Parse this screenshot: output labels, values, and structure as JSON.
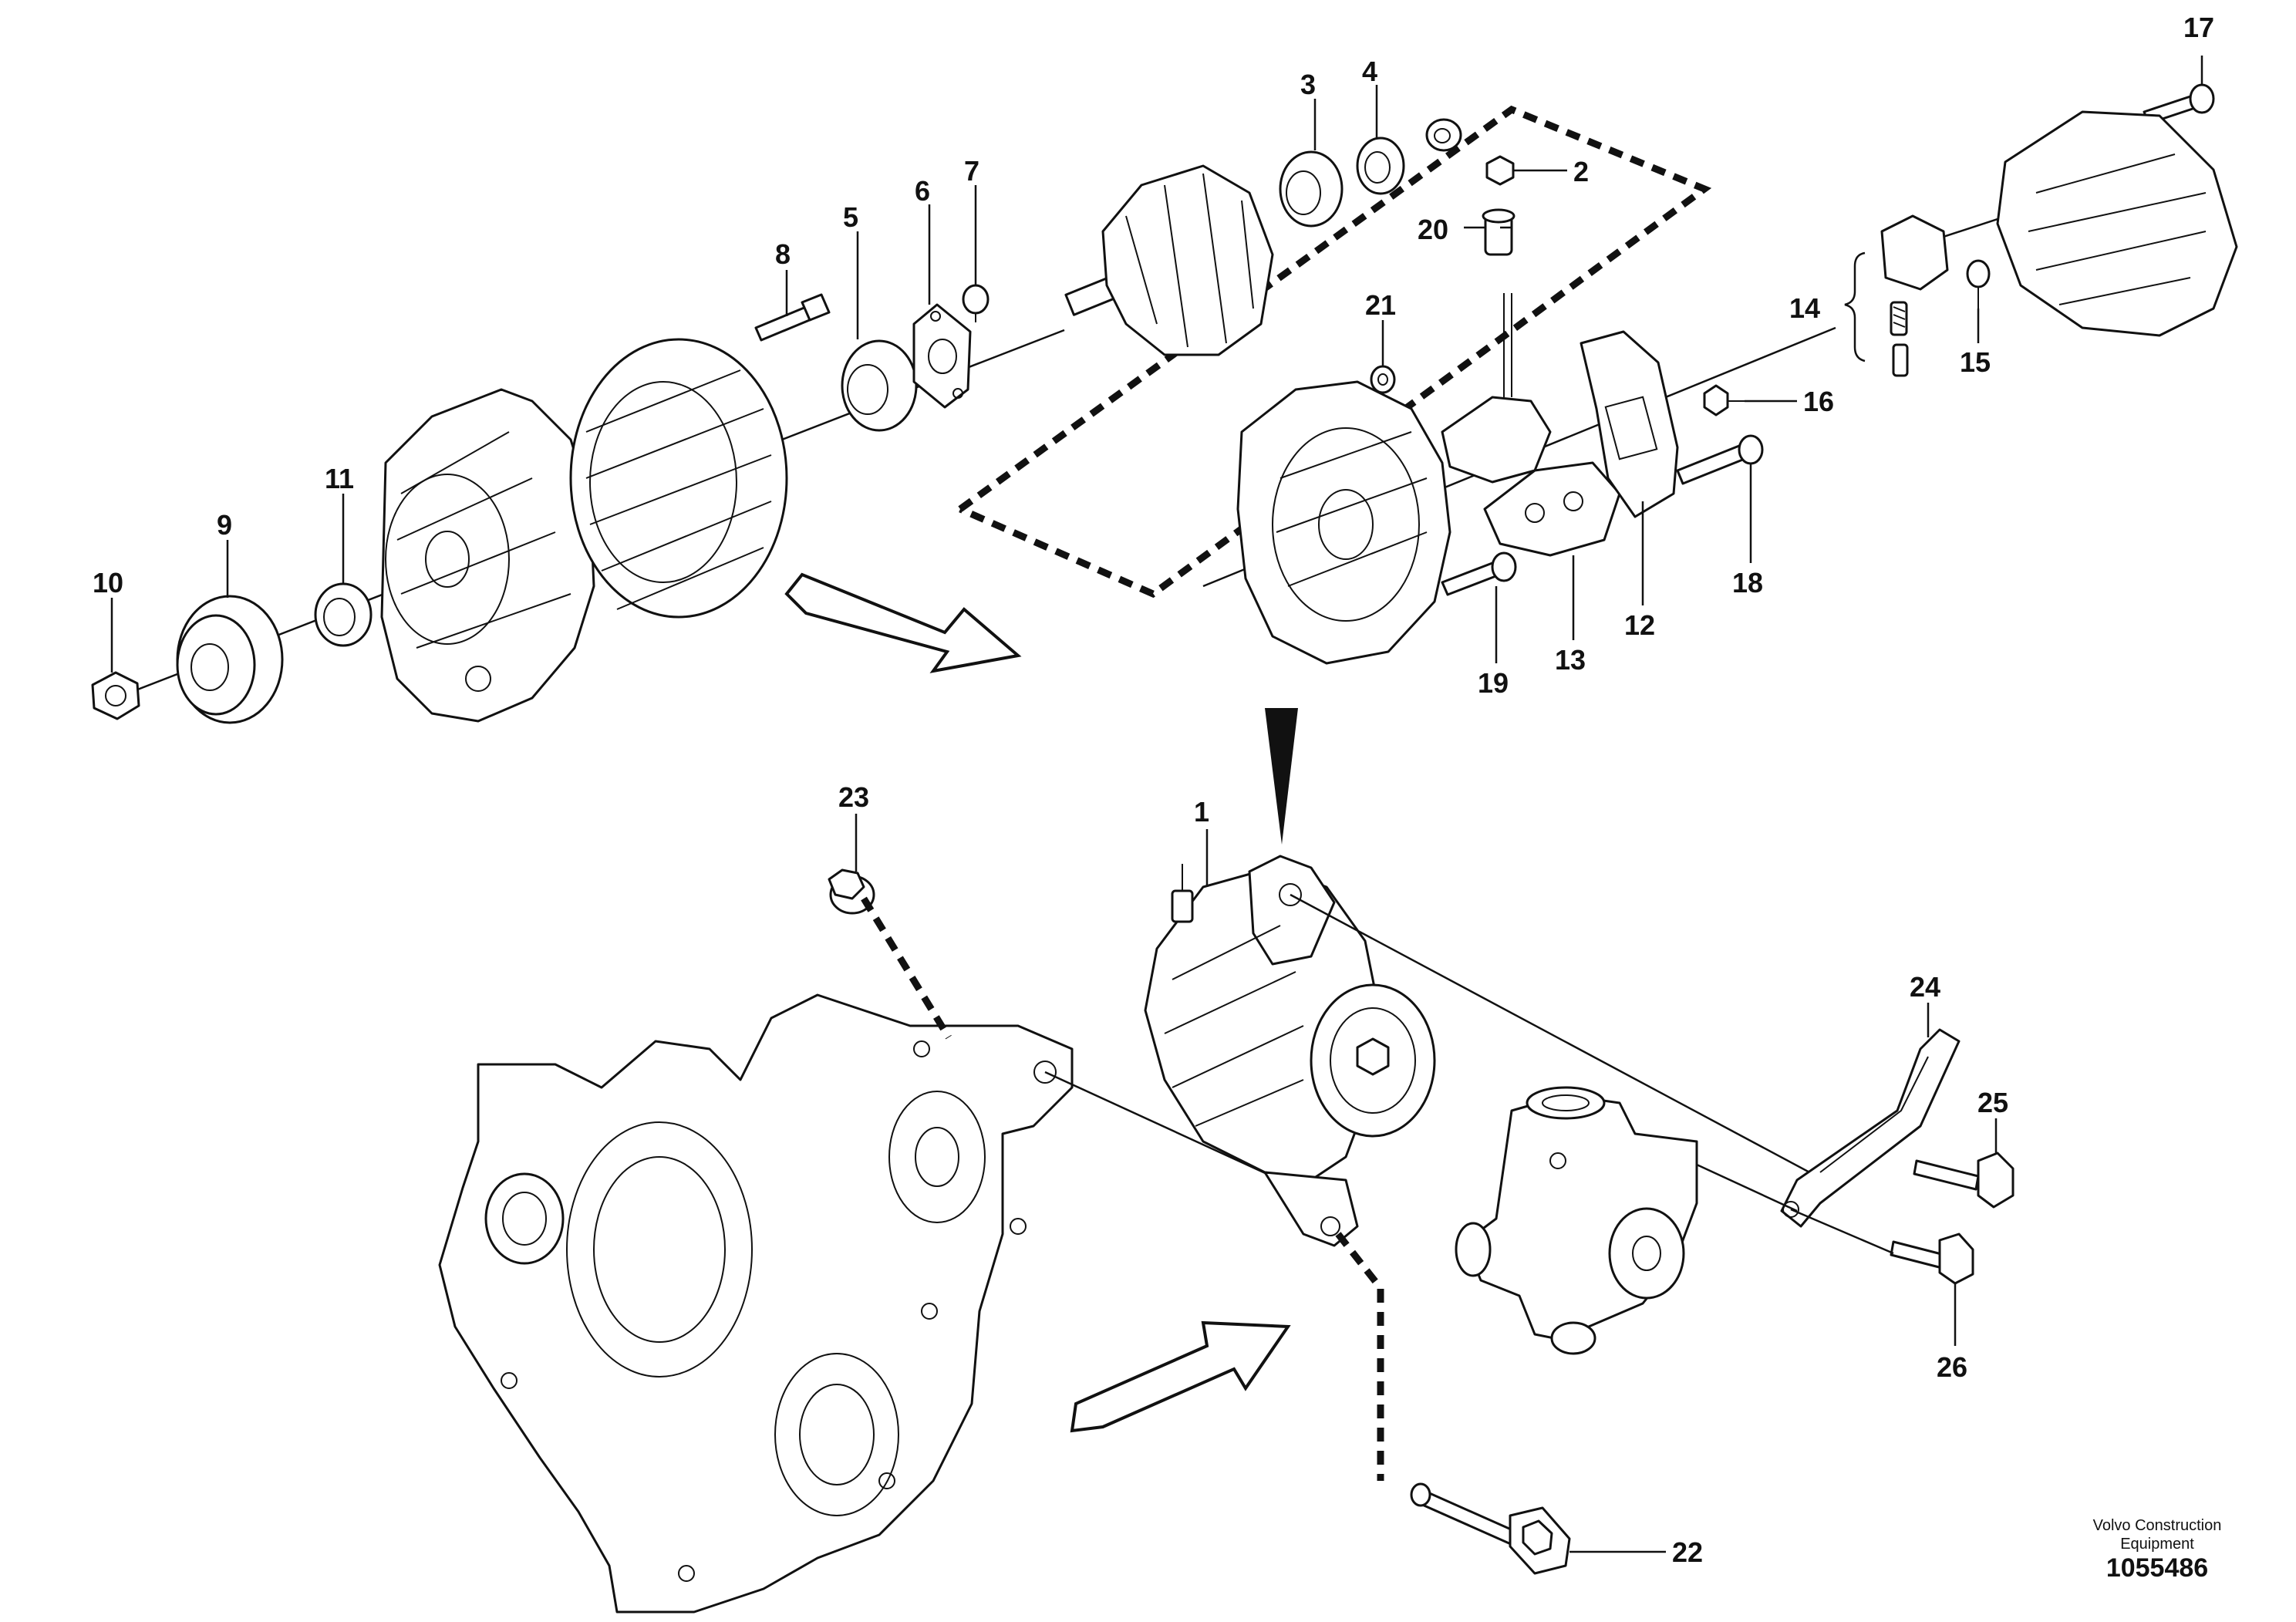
{
  "diagram": {
    "publisher": "Volvo Construction Equipment",
    "drawing_number": "1055486",
    "callouts": [
      "1",
      "2",
      "3",
      "4",
      "5",
      "6",
      "7",
      "8",
      "9",
      "10",
      "11",
      "12",
      "13",
      "14",
      "15",
      "16",
      "17",
      "18",
      "19",
      "20",
      "21",
      "22",
      "23",
      "24",
      "25",
      "26"
    ]
  }
}
